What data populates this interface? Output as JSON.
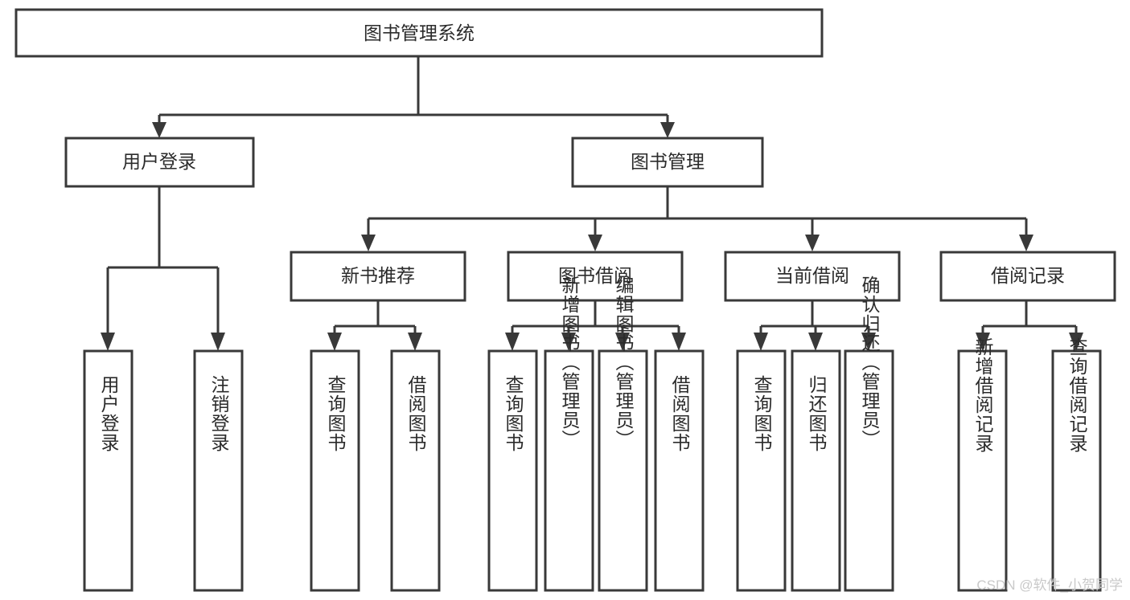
{
  "diagram": {
    "title_node": {
      "label": "图书管理系统"
    },
    "level1": [
      {
        "label": "用户登录"
      },
      {
        "label": "图书管理"
      }
    ],
    "level2": [
      {
        "label": "新书推荐"
      },
      {
        "label": "图书借阅"
      },
      {
        "label": "当前借阅"
      },
      {
        "label": "借阅记录"
      }
    ],
    "leaves": {
      "user_login": [
        {
          "label": "用户登录"
        },
        {
          "label": "注销登录"
        }
      ],
      "new_book_recommend": [
        {
          "label": "查询图书"
        },
        {
          "label": "借阅图书"
        }
      ],
      "book_borrow": [
        {
          "label": "查询图书"
        },
        {
          "label": "新增图书（管理员）"
        },
        {
          "label": "编辑图书（管理员）"
        },
        {
          "label": "借阅图书"
        }
      ],
      "current_borrow": [
        {
          "label": "查询图书"
        },
        {
          "label": "归还图书"
        },
        {
          "label": "确认归还（管理员）"
        }
      ],
      "borrow_record": [
        {
          "label": "新增借阅记录"
        },
        {
          "label": "查询借阅记录"
        }
      ]
    }
  },
  "watermark": {
    "text": "CSDN @软件_小贺同学"
  },
  "colors": {
    "stroke": "#393939",
    "fill": "#ffffff",
    "text": "#2b2b2b",
    "watermark": "#c9c9c9"
  }
}
